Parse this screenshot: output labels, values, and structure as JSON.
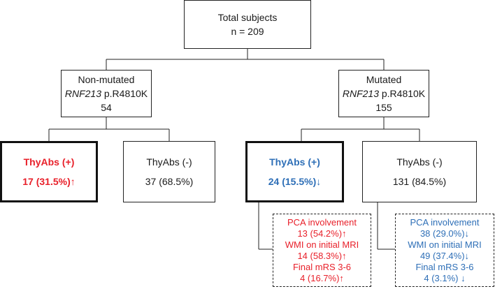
{
  "root": {
    "title": "Total subjects",
    "n": "n = 209"
  },
  "non_mutated": {
    "line1": "Non-mutated",
    "gene": "RNF213",
    "variant": " p.R4810K",
    "count": "54"
  },
  "mutated": {
    "line1": "Mutated",
    "gene": "RNF213",
    "variant": " p.R4810K",
    "count": "155"
  },
  "leaves": {
    "nm_pos": {
      "label": "ThyAbs (+)",
      "value": "17 (31.5%)↑"
    },
    "nm_neg": {
      "label": "ThyAbs (-)",
      "value": "37 (68.5%)"
    },
    "m_pos": {
      "label": "ThyAbs (+)",
      "value": "24 (15.5%)↓"
    },
    "m_neg": {
      "label": "ThyAbs (-)",
      "value": "131 (84.5%)"
    }
  },
  "details_pos": {
    "lines": [
      "PCA involvement",
      "13 (54.2%)↑",
      "WMI on initial MRI",
      "14 (58.3%)↑",
      "Final mRS 3-6",
      "4 (16.7%)↑"
    ]
  },
  "details_neg": {
    "lines": [
      "PCA involvement",
      "38 (29.0%)↓",
      "WMI on initial MRI",
      "49 (37.4%)↓",
      "Final mRS 3-6",
      "4 (3.1%) ↓"
    ]
  },
  "colors": {
    "increase": "#e8202a",
    "decrease": "#2e6fb7",
    "line": "#222222"
  }
}
